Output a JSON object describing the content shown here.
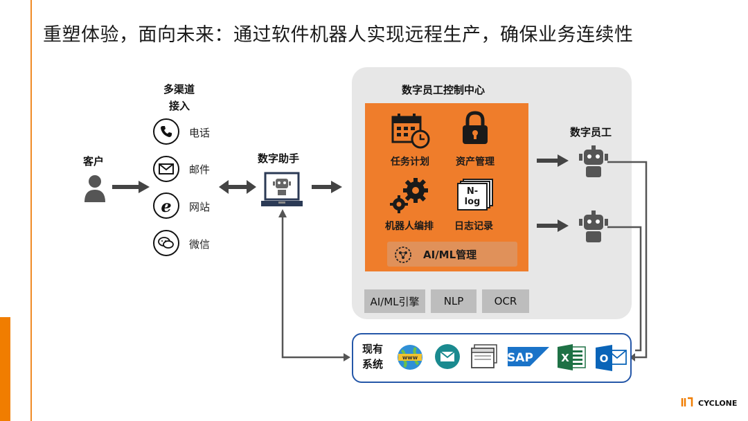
{
  "title": "重塑体验，面向未来：通过软件机器人实现远程生产，确保业务连续性",
  "customer_label": "客户",
  "channels": {
    "heading_line1": "多渠道",
    "heading_line2": "接入",
    "items": [
      {
        "label": "电话",
        "icon": "phone-icon"
      },
      {
        "label": "邮件",
        "icon": "mail-icon"
      },
      {
        "label": "网站",
        "icon": "ie-browser-icon"
      },
      {
        "label": "微信",
        "icon": "wechat-icon"
      }
    ]
  },
  "assistant_label": "数字助手",
  "control_center": {
    "title": "数字员工控制中心",
    "items": [
      {
        "label": "任务计划",
        "icon": "calendar-clock-icon"
      },
      {
        "label": "资产管理",
        "icon": "lock-icon"
      },
      {
        "label": "机器人编排",
        "icon": "gears-icon"
      },
      {
        "label": "日志记录",
        "icon": "log-icon"
      }
    ],
    "aiml_label": "AI/ML管理",
    "log_icon_text_top": "N-",
    "log_icon_text_bottom": "log",
    "engines": [
      "AI/ML引擎",
      "NLP",
      "OCR"
    ]
  },
  "digital_workers_label": "数字员工",
  "existing_systems": {
    "label_line1": "现有",
    "label_line2": "系统",
    "www_text": "www",
    "sap_text": "SAP",
    "excel_text": "X",
    "outlook_text": "O"
  },
  "brand": "CYCLONE",
  "colors": {
    "accent_orange": "#ef7d2b",
    "system_border": "#2457a8",
    "panel_gray": "#e7e7e7"
  }
}
